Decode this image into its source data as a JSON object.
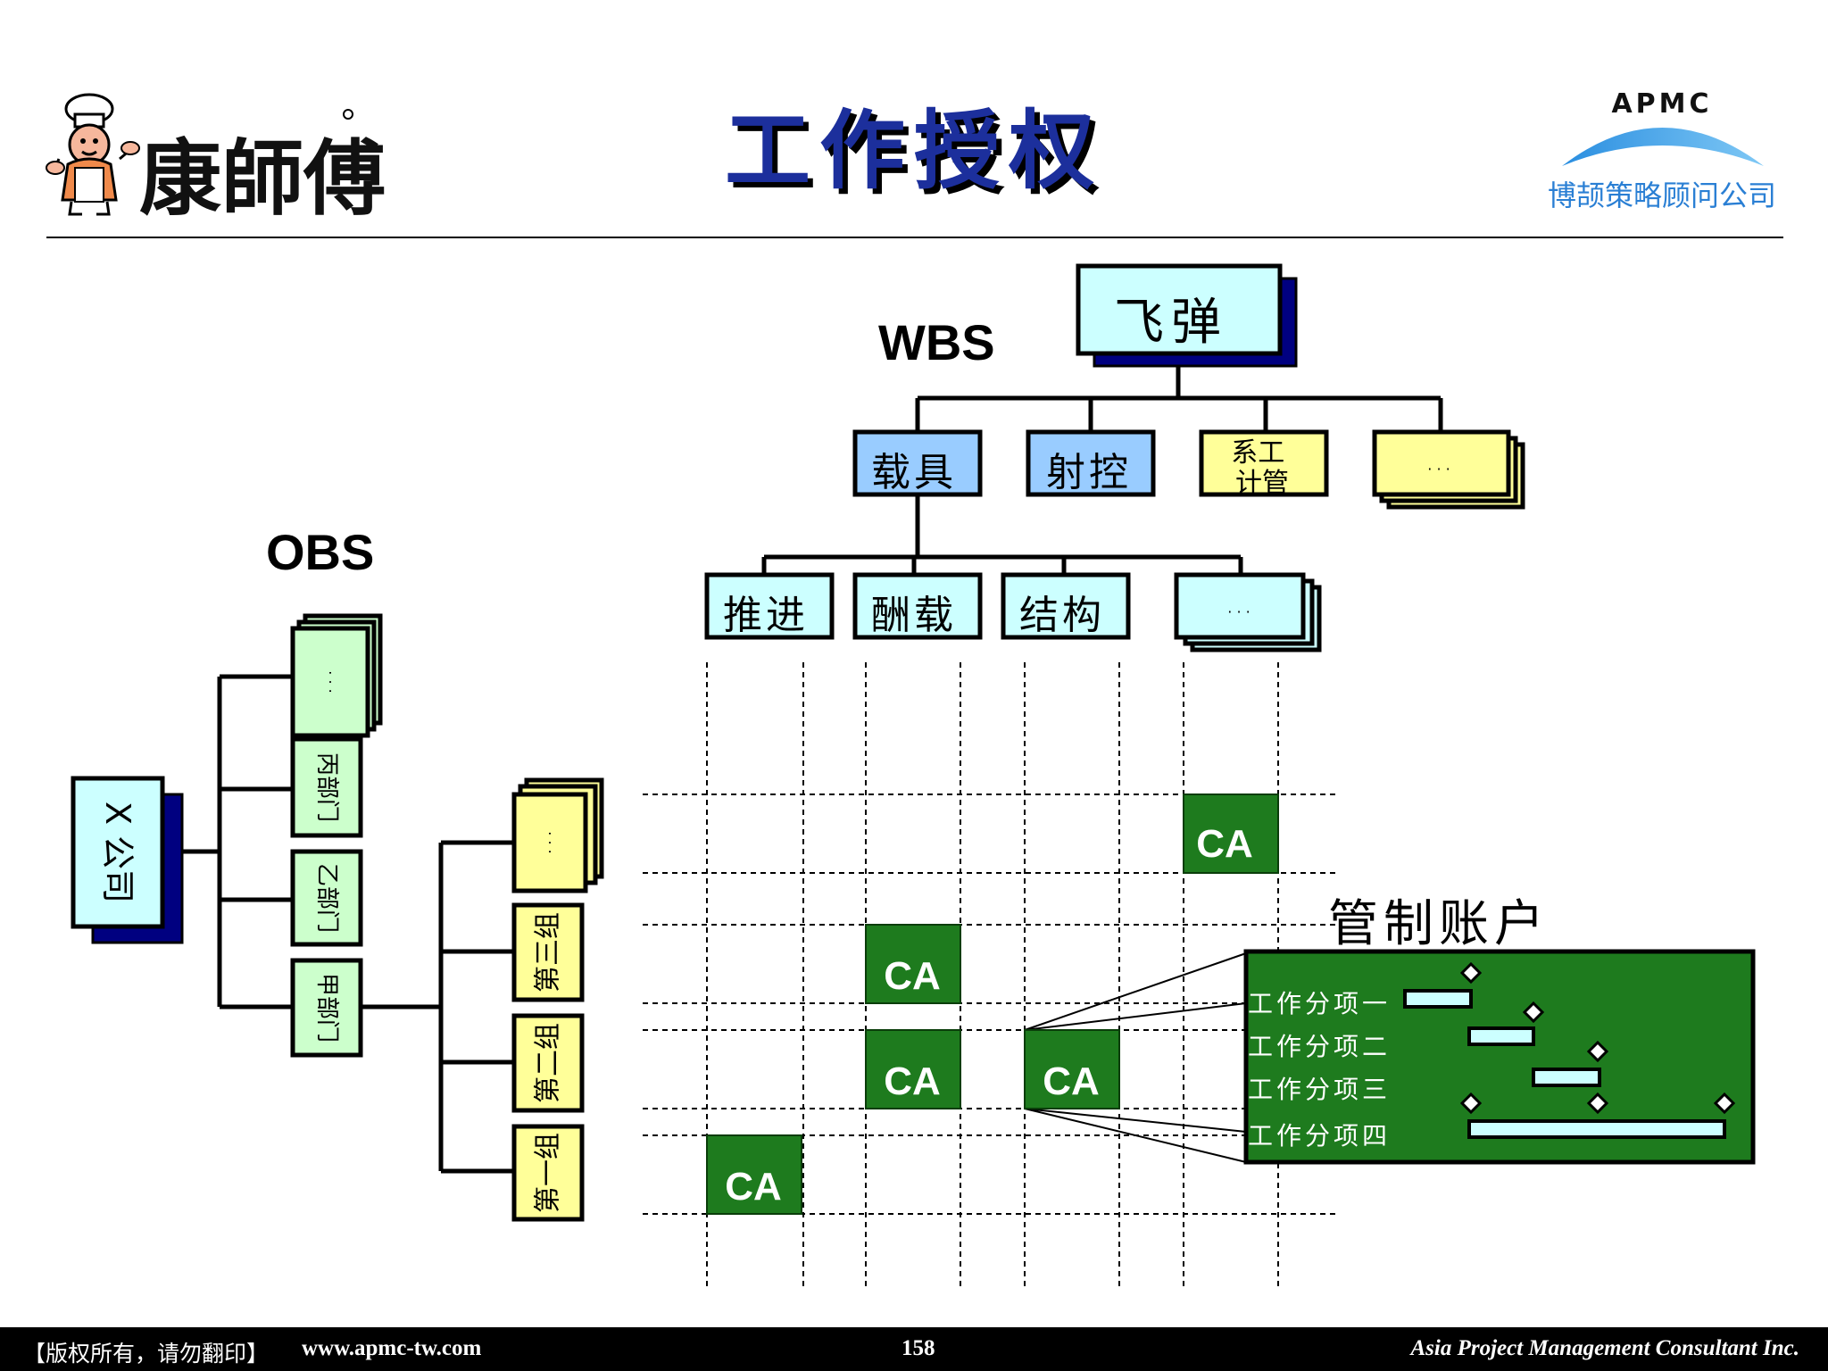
{
  "header": {
    "title": "工作授权",
    "apmc_label": "APMC",
    "apmc_company": "博颉策略顾问公司",
    "title_color": "#1c2f9c"
  },
  "labels": {
    "wbs": "WBS",
    "obs": "OBS",
    "control_account": "管制账户"
  },
  "wbs": {
    "root": "飞弹",
    "level2": [
      "载具",
      "射控",
      "系工\n计管",
      "· · ·"
    ],
    "level3": [
      "推进",
      "酬载",
      "结构",
      "· · ·"
    ]
  },
  "obs": {
    "root": "X 公司",
    "departments": [
      "· · ·",
      "丙部门",
      "乙部门",
      "甲部门"
    ],
    "groups": [
      "· · ·",
      "第三组",
      "第二组",
      "第一组"
    ]
  },
  "ca_label": "CA",
  "control_account": {
    "tasks": [
      "工作分项一",
      "工作分项二",
      "工作分项三",
      "工作分项四"
    ]
  },
  "footer": {
    "copyright": "【版权所有，请勿翻印】",
    "url": "www.apmc-tw.com",
    "page": "158",
    "company": "Asia Project Management Consultant Inc."
  },
  "colors": {
    "cyan": "#ccffff",
    "blue_box": "#99ccff",
    "yellow": "#ffff99",
    "green_light": "#ccffcc",
    "shadow": "#000080",
    "ca_green": "#1e7b1e"
  }
}
